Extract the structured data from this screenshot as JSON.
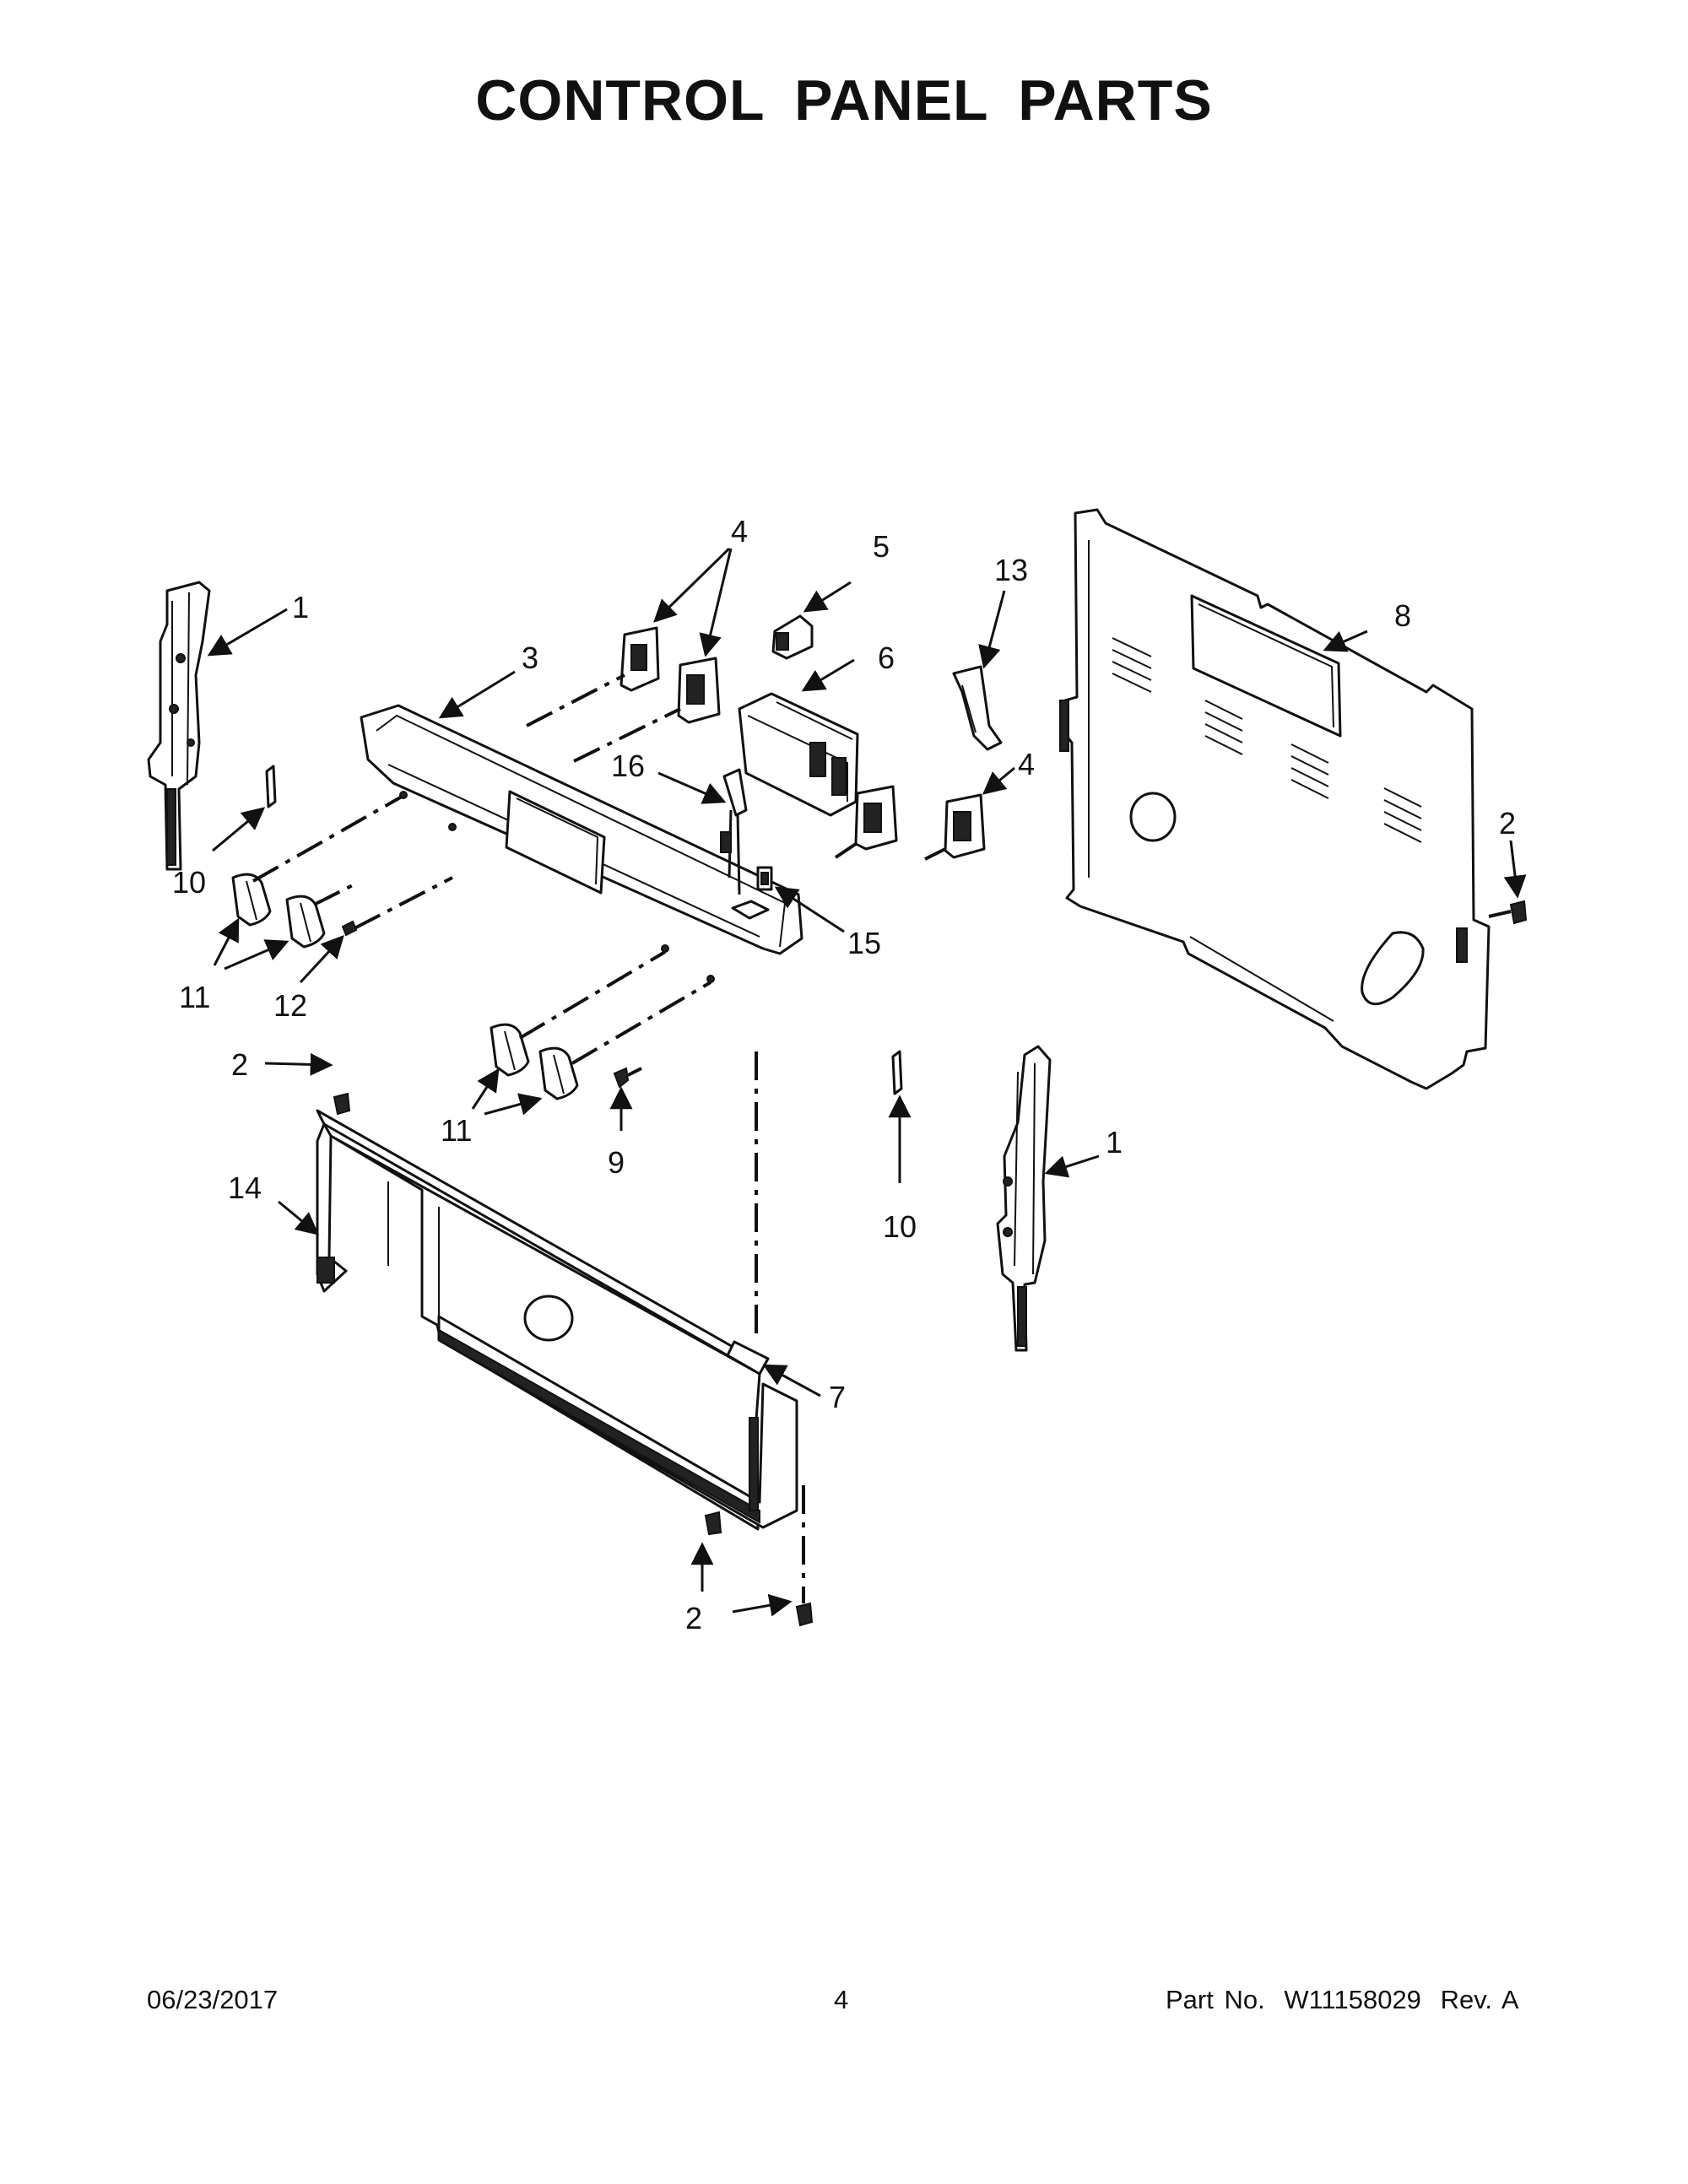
{
  "page": {
    "title": "CONTROL PANEL PARTS",
    "footer": {
      "date": "06/23/2017",
      "page_number": "4",
      "part_label": "Part No.",
      "part_number": "W11158029",
      "revision": "Rev. A"
    }
  },
  "callouts": [
    {
      "id": "c1a",
      "label": "1"
    },
    {
      "id": "c1b",
      "label": "1"
    },
    {
      "id": "c2a",
      "label": "2"
    },
    {
      "id": "c2b",
      "label": "2"
    },
    {
      "id": "c2c",
      "label": "2"
    },
    {
      "id": "c3",
      "label": "3"
    },
    {
      "id": "c4a",
      "label": "4"
    },
    {
      "id": "c4b",
      "label": "4"
    },
    {
      "id": "c5",
      "label": "5"
    },
    {
      "id": "c6",
      "label": "6"
    },
    {
      "id": "c7",
      "label": "7"
    },
    {
      "id": "c8",
      "label": "8"
    },
    {
      "id": "c9",
      "label": "9"
    },
    {
      "id": "c10a",
      "label": "10"
    },
    {
      "id": "c10b",
      "label": "10"
    },
    {
      "id": "c11a",
      "label": "11"
    },
    {
      "id": "c11b",
      "label": "11"
    },
    {
      "id": "c12",
      "label": "12"
    },
    {
      "id": "c13",
      "label": "13"
    },
    {
      "id": "c14",
      "label": "14"
    },
    {
      "id": "c15",
      "label": "15"
    },
    {
      "id": "c16",
      "label": "16"
    }
  ]
}
